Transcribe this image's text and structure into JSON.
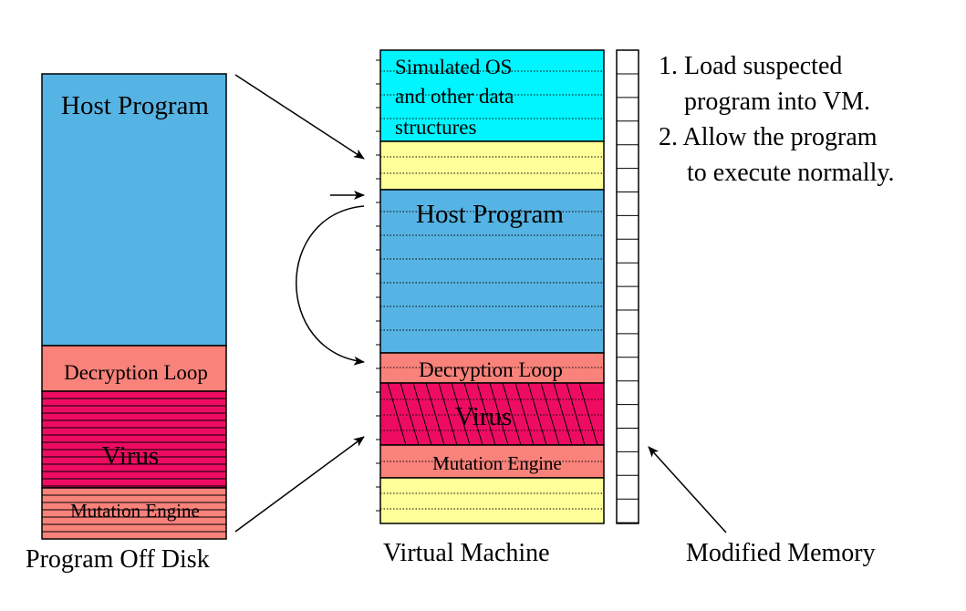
{
  "left_block": {
    "host_program": "Host Program",
    "decryption_loop": "Decryption Loop",
    "virus": "Virus",
    "mutation_engine": "Mutation Engine",
    "caption": "Program Off Disk"
  },
  "vm_block": {
    "simulated_os_lines": [
      "Simulated OS",
      "and other data",
      "structures"
    ],
    "host_program": "Host Program",
    "decryption_loop": "Decryption Loop",
    "virus": "Virus",
    "mutation_engine": "Mutation Engine",
    "caption": "Virtual Machine"
  },
  "memory": {
    "caption": "Modified Memory"
  },
  "steps": [
    {
      "number": "1.",
      "line1": "Load suspected",
      "line2": "program into VM."
    },
    {
      "number": "2.",
      "line1": "Allow the program",
      "line2": "to execute normally."
    }
  ],
  "colors": {
    "host": "#56b4e4",
    "decryption": "#f9827b",
    "virus": "#ee0c62",
    "simulated_os": "#00f5ff",
    "free_memory": "#ffff99"
  }
}
